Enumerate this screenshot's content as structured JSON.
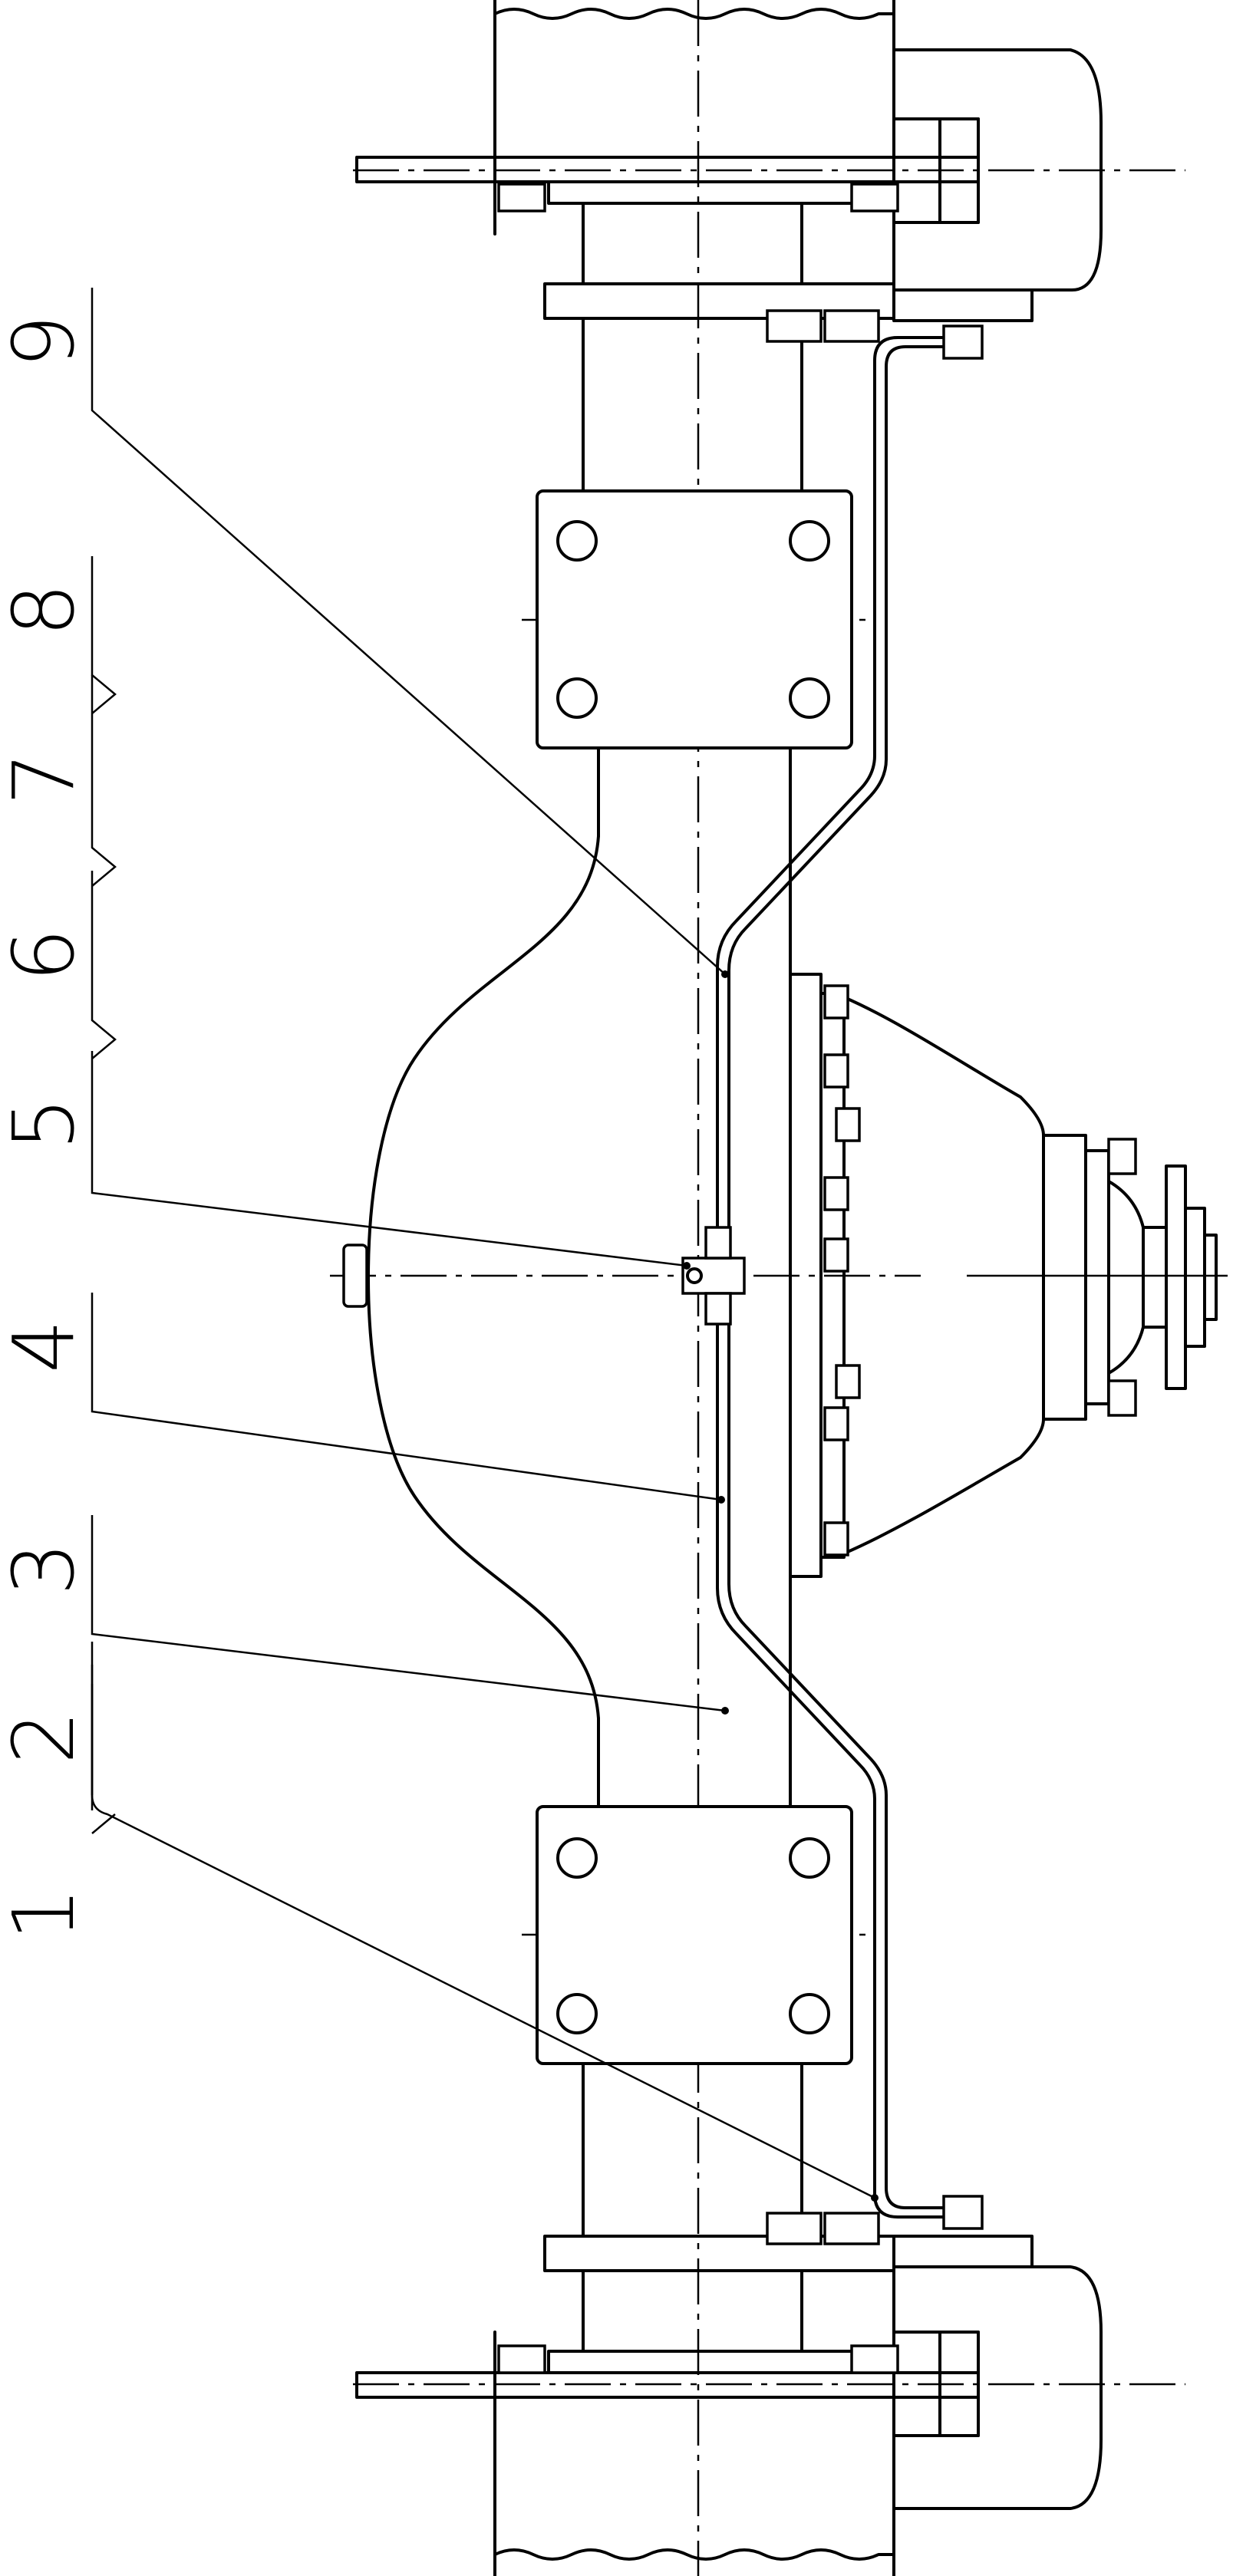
{
  "callouts": [
    {
      "number": "1"
    },
    {
      "number": "2"
    },
    {
      "number": "3"
    },
    {
      "number": "4"
    },
    {
      "number": "5"
    },
    {
      "number": "6"
    },
    {
      "number": "7"
    },
    {
      "number": "8"
    },
    {
      "number": "9"
    }
  ],
  "colors": {
    "line": "#000000",
    "background": "#ffffff"
  }
}
